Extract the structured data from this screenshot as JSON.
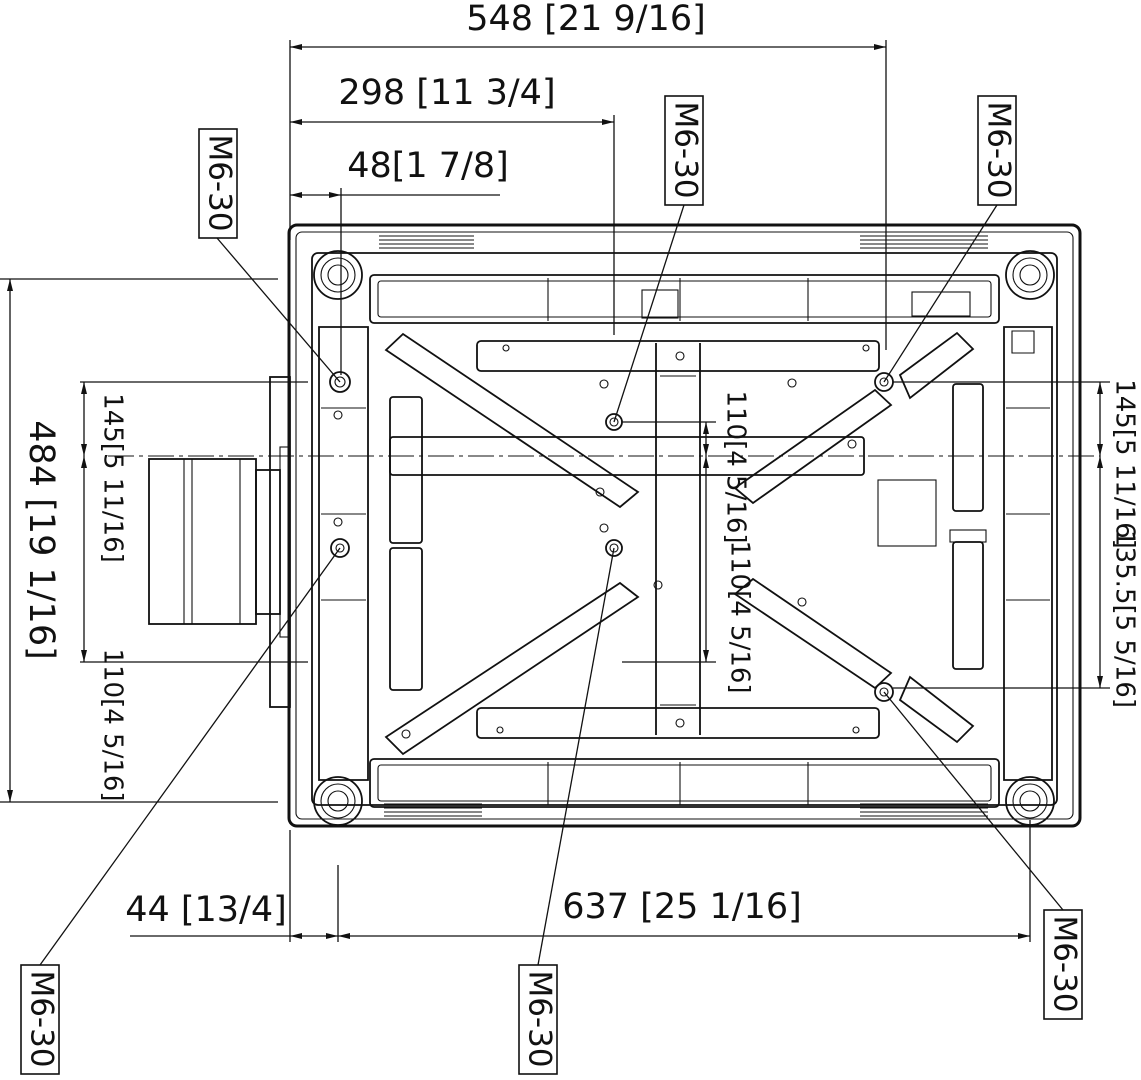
{
  "dimensions": {
    "overall_width": "548 [21 9/16]",
    "center_offset": "298 [11 3/4]",
    "left_hole_offset": "48[1 7/8]",
    "overall_depth": "484 [19 1/16]",
    "front_offset": "44 [13/4]",
    "hole_span": "637 [25 1/16]",
    "left_upper": "145[5 11/16]",
    "left_lower": "110[4 5/16]",
    "center_upper": "110[4 5/16]",
    "center_lower": "110[4 5/16]",
    "right_upper": "145[5 11/16]",
    "right_lower": "135.5[5 5/16]"
  },
  "callouts": {
    "top_left": "M6-30",
    "top_center": "M6-30",
    "top_right": "M6-30",
    "bottom_left": "M6-30",
    "bottom_center": "M6-30",
    "bottom_right": "M6-30"
  }
}
